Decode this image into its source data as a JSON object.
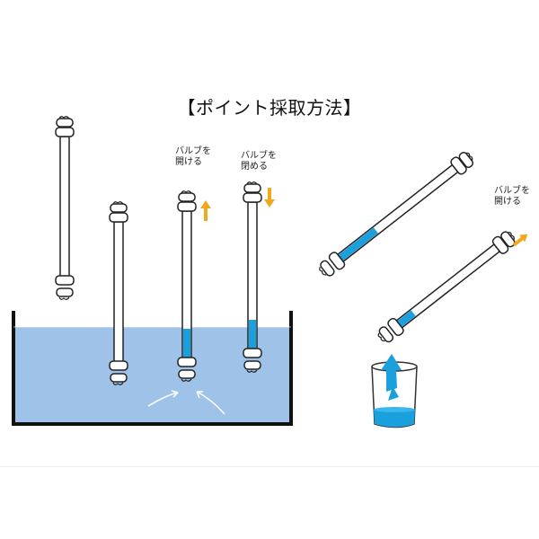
{
  "title": "【ポイント採取方法】",
  "labels": {
    "open_valve_1": [
      "バルブを",
      "開ける"
    ],
    "close_valve": [
      "バルブを",
      "閉める"
    ],
    "open_valve_2": [
      "バルブを",
      "開ける"
    ]
  },
  "colors": {
    "water": "#9fc3e8",
    "sample_liquid": "#1aa0dc",
    "arrow": "#f2a81d",
    "tube_outline": "#222222",
    "bulb_fill": "#ffffff"
  },
  "icons": {
    "arrow_up": "orange-up-arrow",
    "arrow_down": "orange-down-arrow",
    "flow_arrows": "white-curved-arrows",
    "pour": "blue-pour-arrow"
  }
}
